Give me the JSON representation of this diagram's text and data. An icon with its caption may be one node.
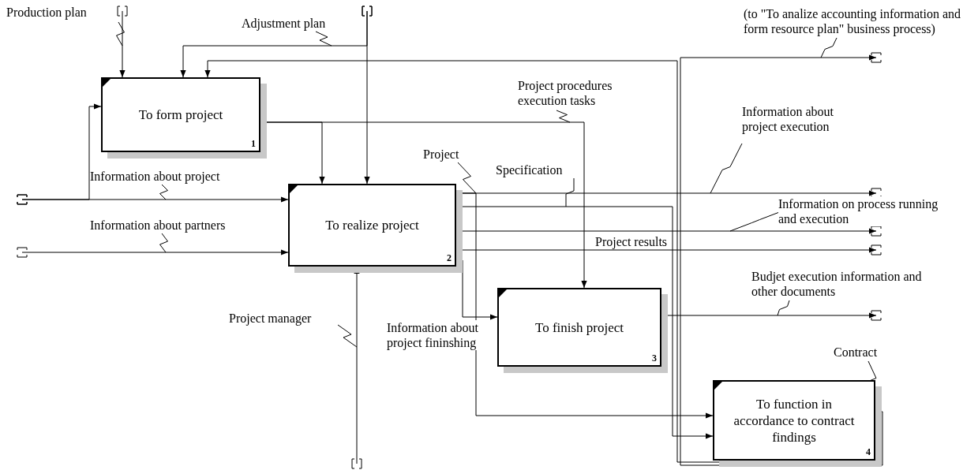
{
  "diagram": {
    "nodes": [
      {
        "text": [
          "To form project",
          "1"
        ]
      },
      {
        "text": [
          "To realize project",
          "2"
        ]
      },
      {
        "text": [
          "To finish project",
          "3"
        ]
      },
      {
        "text": [
          "To function in accordance to contract findings",
          "4"
        ]
      }
    ],
    "edges": [
      {
        "from": null,
        "to": 0,
        "arrow": "to",
        "label": "Production plan"
      },
      {
        "from": null,
        "to": 1,
        "arrow": "to",
        "label": "Adjustment plan"
      },
      {
        "from": null,
        "to": 0,
        "arrow": "to"
      },
      {
        "from": 3,
        "to": 0,
        "arrow": "to",
        "label": "Contract"
      },
      {
        "from": 3,
        "to": null,
        "arrow": "to",
        "label": "(to \"To analize accounting information and form resource plan\" business process)"
      },
      {
        "from": 0,
        "to": 1,
        "arrow": "to"
      },
      {
        "from": 0,
        "to": 2,
        "arrow": "to",
        "label": "Project procedures execution tasks"
      },
      {
        "from": null,
        "to": 1,
        "arrow": "to",
        "label": "Information about project"
      },
      {
        "from": null,
        "to": 0,
        "arrow": "to"
      },
      {
        "from": null,
        "to": 1,
        "arrow": "to",
        "label": "Information about partners"
      },
      {
        "from": null,
        "to": 1,
        "arrow": "to",
        "label": "Project manager"
      },
      {
        "from": 1,
        "to": null,
        "arrow": "to",
        "label": "Information about project execution"
      },
      {
        "from": 1,
        "to": 3,
        "arrow": "to",
        "label": "Project"
      },
      {
        "from": 1,
        "to": 3,
        "arrow": "to",
        "label": "Specification"
      },
      {
        "from": 1,
        "to": null,
        "arrow": "to",
        "label": "Information on process running and execution"
      },
      {
        "from": 1,
        "to": null,
        "arrow": "to",
        "label": "Project results"
      },
      {
        "from": 1,
        "to": 2,
        "arrow": "to",
        "label": "Information about project fininshing"
      },
      {
        "from": 2,
        "to": null,
        "arrow": "to",
        "label": "Budjet execution information and other documents"
      }
    ]
  }
}
